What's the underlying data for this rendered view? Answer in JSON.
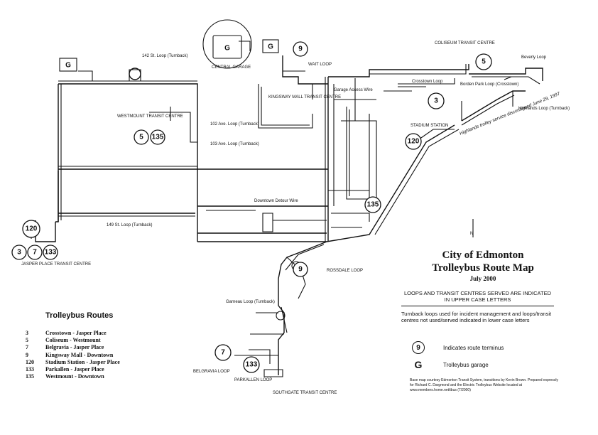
{
  "title": {
    "city": "City of Edmonton",
    "name": "Trolleybus Route Map",
    "date": "July 2000"
  },
  "notes": {
    "caps_note": "LOOPS AND TRANSIT CENTRES SERVED ARE INDICATED IN UPPER CASE LETTERS",
    "lower_note": "Turnback loops used for incident management and loops/transit centres not used/served indicated in lower case letters"
  },
  "legend": {
    "terminus_symbol": "9",
    "terminus_label": "Indicates route terminus",
    "garage_symbol": "G",
    "garage_label": "Trolleybus garage"
  },
  "credit": "Base map courtesy Edmonton Transit System, transitions by Kevin Brown. Prepared expressly for Richard C. Dargmond and the Electric Trolleybus Website located at www.members.home.net/tbus (7/2000)",
  "routes_heading": "Trolleybus Routes",
  "routes": [
    {
      "num": "3",
      "name": "Crosstown - Jasper Place"
    },
    {
      "num": "5",
      "name": "Coliseum - Westmount"
    },
    {
      "num": "7",
      "name": "Belgravia - Jasper Place"
    },
    {
      "num": "9",
      "name": "Kingsway Mall - Downtown"
    },
    {
      "num": "120",
      "name": "Stadium Station - Jasper Place"
    },
    {
      "num": "133",
      "name": "Parkallen - Jasper Place"
    },
    {
      "num": "135",
      "name": "Westmount - Downtown"
    }
  ],
  "north_label": "N",
  "map_labels": {
    "loop_142": "142 St. Loop (Turnback)",
    "westmount": "WESTMOUNT TRANSIT CENTRE",
    "loop_102": "102 Ave. Loop (Turnback)",
    "loop_103": "103 Ave. Loop (Turnback)",
    "loop_149": "149 St. Loop (Turnback)",
    "jasper_place": "JASPER PLACE TRANSIT CENTRE",
    "kingsway": "KINGSWAY MALL TRANSIT CENTRE",
    "garage_access": "Garage Access Wire",
    "wait_loop": "WAIT LOOP",
    "coliseum": "COLISEUM TRANSIT CENTRE",
    "crosstown": "Crosstown Loop",
    "borden": "Borden Park Loop (Crosstown)",
    "beverly": "Beverly Loop",
    "highlands": "Highlands Loop (Turnback)",
    "highlands_note": "Highlands trolley service discontinued June 29, 1997",
    "stadium": "STADIUM STATION",
    "downtown_detour": "Downtown Detour Wire",
    "rossdale": "ROSSDALE LOOP",
    "garneau": "Garneau Loop (Turnback)",
    "belgravia": "BELGRAVIA LOOP",
    "parkallen": "PARKALLEN LOOP",
    "southgate": "SOUTHGATE TRANSIT CENTRE",
    "inset": "CENTRAL GARAGE"
  },
  "terminals": [
    {
      "id": "t9-top",
      "label": "9"
    },
    {
      "id": "t5-coliseum",
      "label": "5"
    },
    {
      "id": "t3-crosstown",
      "label": "3"
    },
    {
      "id": "t120-stadium",
      "label": "120"
    },
    {
      "id": "t5-westmount",
      "label": "5"
    },
    {
      "id": "t135-westmount",
      "label": "135"
    },
    {
      "id": "t120-jasper",
      "label": "120"
    },
    {
      "id": "t3-jasper",
      "label": "3"
    },
    {
      "id": "t7-jasper",
      "label": "7"
    },
    {
      "id": "t133-jasper",
      "label": "133"
    },
    {
      "id": "t135-downtown",
      "label": "135"
    },
    {
      "id": "t9-rossdale",
      "label": "9"
    },
    {
      "id": "t7-belgravia",
      "label": "7"
    },
    {
      "id": "t133-parkallen",
      "label": "133"
    }
  ],
  "garages": [
    {
      "id": "g-left",
      "label": "G"
    },
    {
      "id": "g-inset",
      "label": "G"
    },
    {
      "id": "g-top",
      "label": "G"
    }
  ]
}
